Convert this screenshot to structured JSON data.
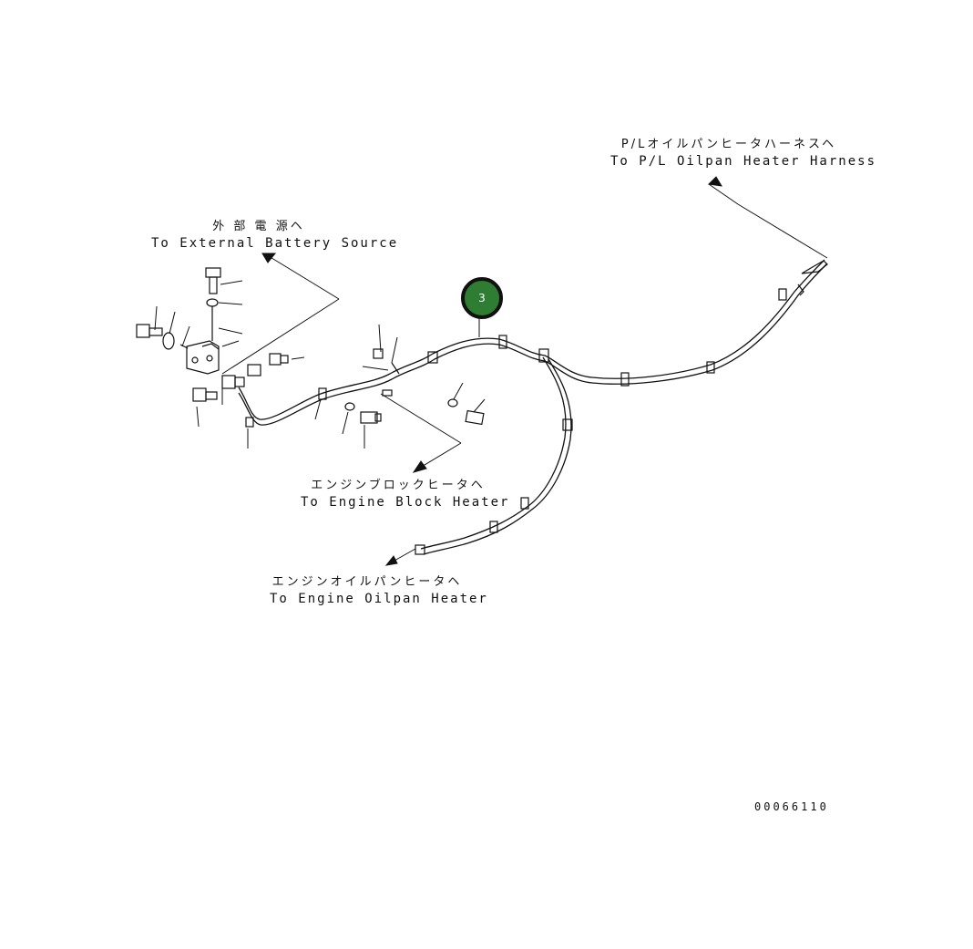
{
  "labels": {
    "pl_oilpan": {
      "jp": "P/Lオイルパンヒータハーネスヘ",
      "en": "To P/L Oilpan Heater Harness"
    },
    "external_battery": {
      "jp": "外 部 電 源ヘ",
      "en": "To External Battery Source"
    },
    "engine_block": {
      "jp": "エンジンブロックヒータヘ",
      "en": "To Engine Block Heater"
    },
    "engine_oilpan": {
      "jp": "エンジンオイルパンヒータヘ",
      "en": "To Engine Oilpan Heater"
    }
  },
  "callout": {
    "number": "3",
    "color": "#2e7d32"
  },
  "drawing_number": "00066110"
}
